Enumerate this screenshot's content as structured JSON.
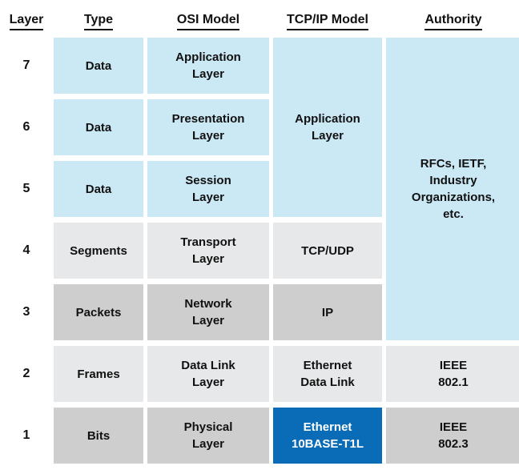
{
  "headers": [
    "Layer",
    "Type",
    "OSI Model",
    "TCP/IP Model",
    "Authority"
  ],
  "layers": [
    {
      "num": "7",
      "type": "Data",
      "osi": "Application\nLayer"
    },
    {
      "num": "6",
      "type": "Data",
      "osi": "Presentation\nLayer"
    },
    {
      "num": "5",
      "type": "Data",
      "osi": "Session\nLayer"
    },
    {
      "num": "4",
      "type": "Segments",
      "osi": "Transport\nLayer",
      "tcpip": "TCP/UDP"
    },
    {
      "num": "3",
      "type": "Packets",
      "osi": "Network\nLayer",
      "tcpip": "IP"
    },
    {
      "num": "2",
      "type": "Frames",
      "osi": "Data Link\nLayer",
      "tcpip": "Ethernet\nData Link",
      "authority": "IEEE\n802.1"
    },
    {
      "num": "1",
      "type": "Bits",
      "osi": "Physical\nLayer",
      "tcpip": "Ethernet\n10BASE-T1L",
      "authority": "IEEE\n802.3"
    }
  ],
  "merged": {
    "tcpip_application": "Application\nLayer",
    "authority_rfcs": "RFCs, IETF,\nIndustry\nOrganizations,\netc."
  },
  "colors": {
    "light_blue": "#cbe8f5",
    "light_gray": "#e7e8e9",
    "dark_gray": "#cdcecd",
    "highlight_blue": "#0a6cb6",
    "highlight_text": "#ffffff",
    "text": "#111111"
  }
}
